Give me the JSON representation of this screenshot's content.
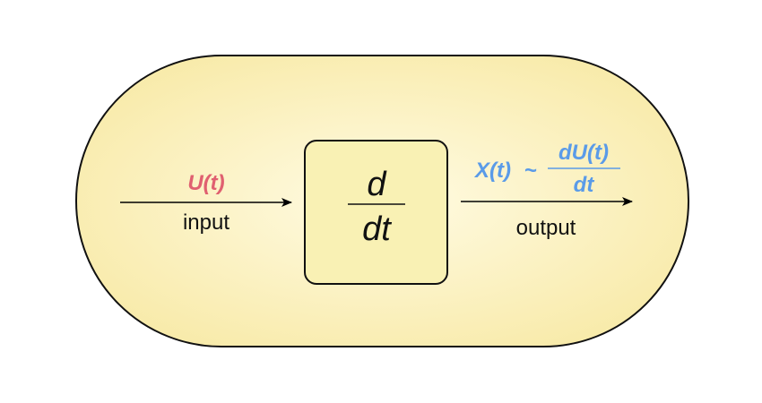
{
  "input": {
    "signal": "U(t)",
    "label": "input"
  },
  "operator": {
    "numerator": "d",
    "denominator": "dt"
  },
  "output": {
    "signal": "X(t)",
    "relation": "~",
    "numerator": "dU(t)",
    "denominator": "dt",
    "label": "output"
  },
  "colors": {
    "input_signal": "#e06070",
    "output_signal": "#5a9be8",
    "fill_center": "#fffbe0",
    "fill_edge": "#f8ecac",
    "box_fill": "#f9f1b4"
  }
}
